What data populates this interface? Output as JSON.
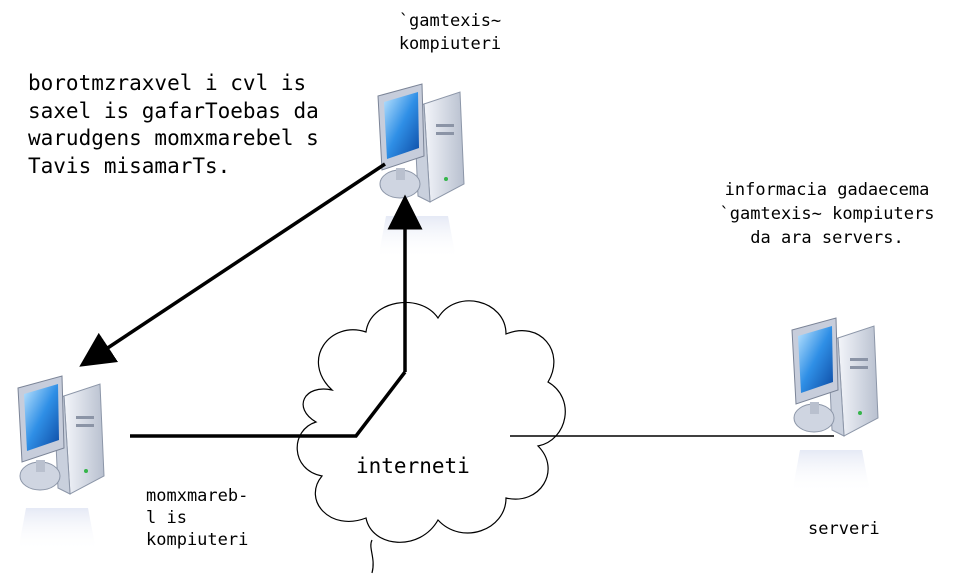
{
  "computers": {
    "top": {
      "label": "`gamtexis~\nkompiuteri"
    },
    "left": {
      "label": "momxmareb-\nl is\nkompiuteri"
    },
    "server": {
      "label": "serveri"
    }
  },
  "cloud": {
    "label": "interneti"
  },
  "notes": {
    "left": "borotmzraxvel i cvl is\nsaxel is gafarToebas da\nwarudgens momxmarebel s\nTavis misamarTs.",
    "right": "informacia gadaecema\n`gamtexis~ kompiuters\nda ara servers."
  },
  "colors": {
    "line": "#000000",
    "screen": "#2f8fe6",
    "case": "#d9dee8"
  },
  "icons": {
    "computer": "computer-icon",
    "cloud": "cloud-icon"
  }
}
